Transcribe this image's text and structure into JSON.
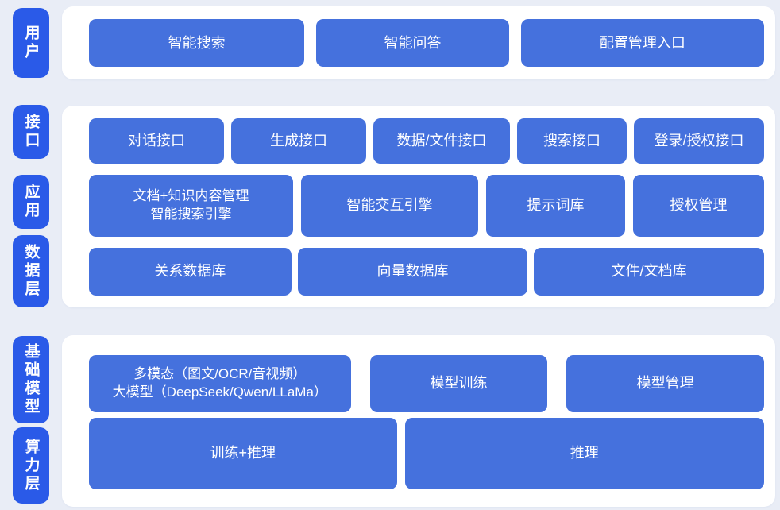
{
  "palette": {
    "background": "#e9edf6",
    "panel": "#ffffff",
    "label_blue": "#2a5ae8",
    "block_blue": "#4571dd",
    "text": "#ffffff"
  },
  "layer_labels": [
    {
      "id": "user",
      "text": "用户"
    },
    {
      "id": "interface",
      "text": "接口"
    },
    {
      "id": "application",
      "text": "应用"
    },
    {
      "id": "data-layer",
      "text": "数据层"
    },
    {
      "id": "foundation-model",
      "text": "基础模型"
    },
    {
      "id": "compute-layer",
      "text": "算力层"
    }
  ],
  "sections": [
    {
      "name": "user-section",
      "rows": [
        {
          "blocks": [
            {
              "text": "智能搜索"
            },
            {
              "text": "智能问答"
            },
            {
              "text": "配置管理入口"
            }
          ]
        }
      ]
    },
    {
      "name": "interface-app-data-section",
      "rows": [
        {
          "blocks": [
            {
              "text": "对话接口"
            },
            {
              "text": "生成接口"
            },
            {
              "text": "数据/文件接口"
            },
            {
              "text": "搜索接口"
            },
            {
              "text": "登录/授权接口"
            }
          ]
        },
        {
          "blocks": [
            {
              "lines": [
                "文档+知识内容管理",
                "智能搜索引擎"
              ]
            },
            {
              "text": "智能交互引擎"
            },
            {
              "text": "提示词库"
            },
            {
              "text": "授权管理"
            }
          ]
        },
        {
          "blocks": [
            {
              "text": "关系数据库"
            },
            {
              "text": "向量数据库"
            },
            {
              "text": "文件/文档库"
            }
          ]
        }
      ]
    },
    {
      "name": "model-compute-section",
      "rows": [
        {
          "blocks": [
            {
              "lines": [
                "多模态（图文/OCR/音视频）",
                "大模型（DeepSeek/Qwen/LLaMa）"
              ]
            },
            {
              "text": "模型训练"
            },
            {
              "text": "模型管理"
            }
          ]
        },
        {
          "blocks": [
            {
              "text": "训练+推理"
            },
            {
              "text": "推理"
            }
          ]
        }
      ]
    }
  ]
}
